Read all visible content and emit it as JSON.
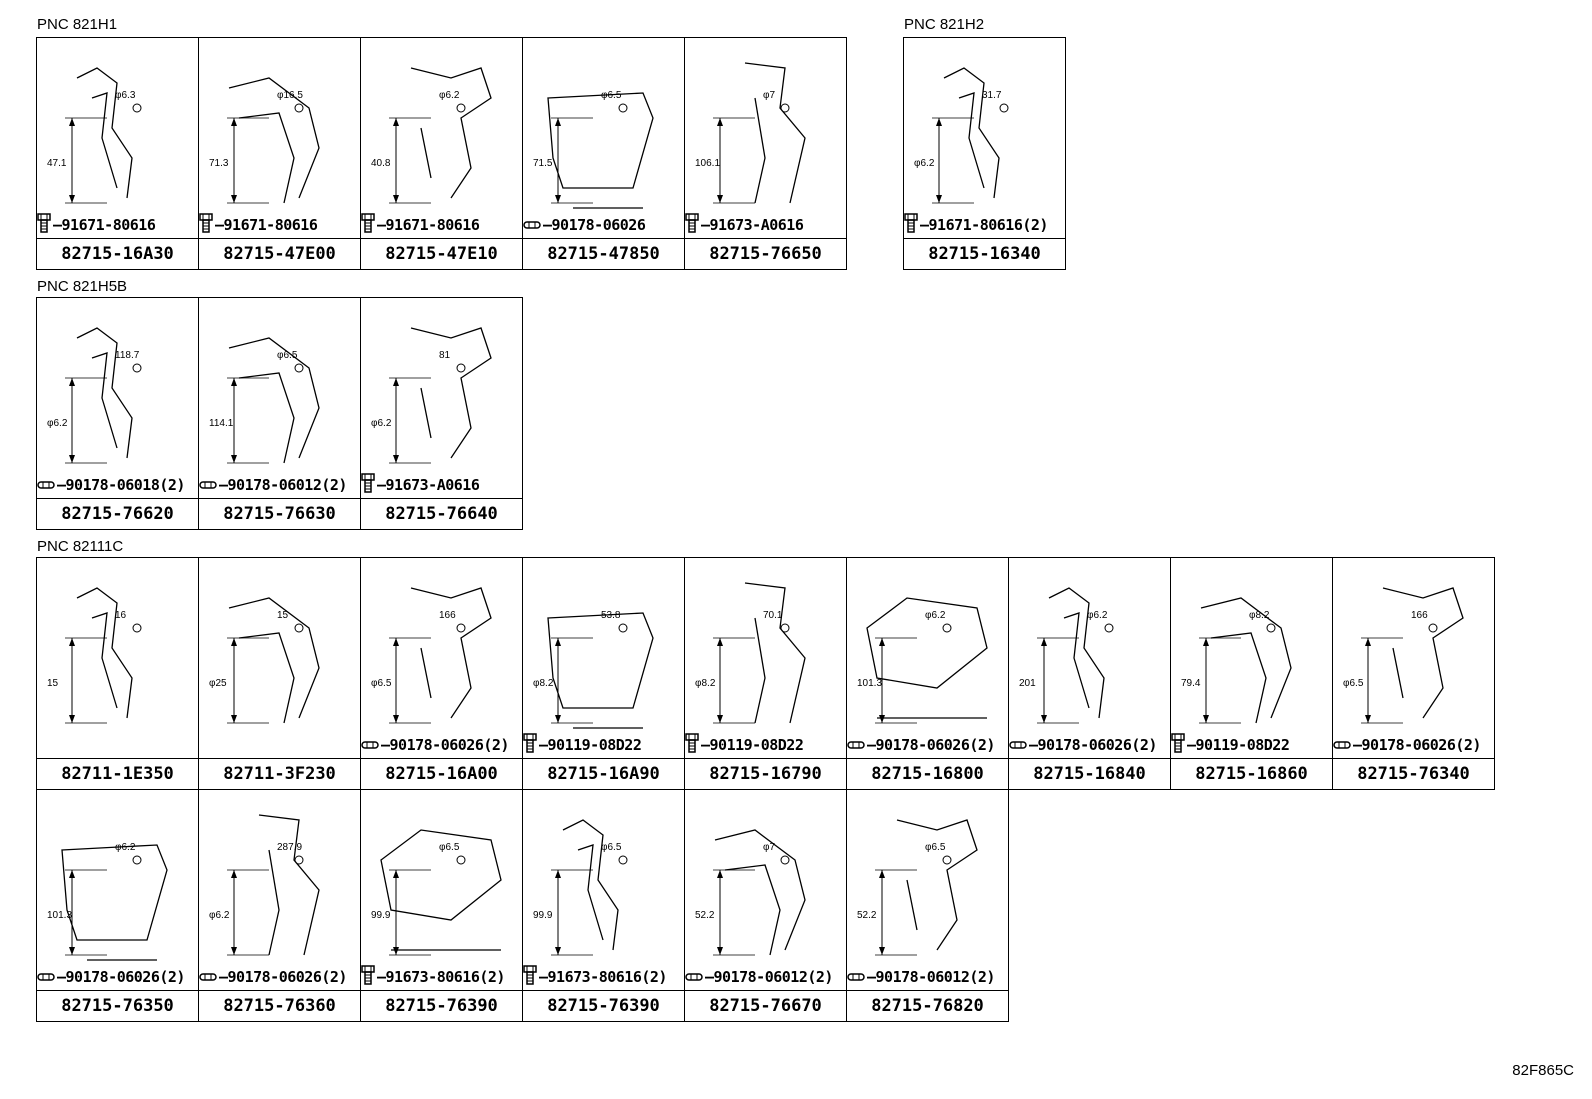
{
  "sections": {
    "s1": "PNC 821H1",
    "s2": "PNC 821H2",
    "s3": "PNC 821H5B",
    "s4": "PNC 82111C"
  },
  "reference": "82F865C",
  "group1": [
    {
      "part": "82715-16A30",
      "fastener": "91671-80616",
      "icon": "bolt-icon",
      "dims": [
        "φ6.3",
        "47.1"
      ]
    },
    {
      "part": "82715-47E00",
      "fastener": "91671-80616",
      "icon": "bolt-icon",
      "dims": [
        "φ16.5",
        "71.3"
      ]
    },
    {
      "part": "82715-47E10",
      "fastener": "91671-80616",
      "icon": "bolt-icon",
      "dims": [
        "φ6.2",
        "40.8"
      ]
    },
    {
      "part": "82715-47850",
      "fastener": "90178-06026",
      "icon": "nut-icon",
      "dims": [
        "φ6.5",
        "71.5"
      ]
    },
    {
      "part": "82715-76650",
      "fastener": "91673-A0616",
      "icon": "bolt-icon",
      "dims": [
        "φ7",
        "106.1"
      ]
    }
  ],
  "group2": [
    {
      "part": "82715-16340",
      "fastener": "91671-80616(2)",
      "icon": "bolt-icon",
      "dims": [
        "31.7",
        "φ6.2"
      ]
    }
  ],
  "group3": [
    {
      "part": "82715-76620",
      "fastener": "90178-06018(2)",
      "icon": "nut-icon",
      "dims": [
        "118.7",
        "φ6.2"
      ]
    },
    {
      "part": "82715-76630",
      "fastener": "90178-06012(2)",
      "icon": "nut-icon",
      "dims": [
        "φ6.5",
        "114.1"
      ]
    },
    {
      "part": "82715-76640",
      "fastener": "91673-A0616",
      "icon": "bolt-icon",
      "dims": [
        "81",
        "φ6.2"
      ]
    }
  ],
  "group4": [
    {
      "part": "82711-1E350",
      "fastener": "",
      "icon": "",
      "dims": [
        "16",
        "15"
      ]
    },
    {
      "part": "82711-3F230",
      "fastener": "",
      "icon": "",
      "dims": [
        "15",
        "φ25"
      ]
    },
    {
      "part": "82715-16A00",
      "fastener": "90178-06026(2)",
      "icon": "nut-icon",
      "dims": [
        "166",
        "φ6.5"
      ]
    },
    {
      "part": "82715-16A90",
      "fastener": "90119-08D22",
      "icon": "bolt-icon",
      "dims": [
        "53.8",
        "φ8.2"
      ]
    },
    {
      "part": "82715-16790",
      "fastener": "90119-08D22",
      "icon": "bolt-icon",
      "dims": [
        "70.1",
        "φ8.2"
      ]
    },
    {
      "part": "82715-16800",
      "fastener": "90178-06026(2)",
      "icon": "nut-icon",
      "dims": [
        "φ6.2",
        "101.3"
      ]
    },
    {
      "part": "82715-16840",
      "fastener": "90178-06026(2)",
      "icon": "nut-icon",
      "dims": [
        "φ6.2",
        "201"
      ]
    },
    {
      "part": "82715-16860",
      "fastener": "90119-08D22",
      "icon": "bolt-icon",
      "dims": [
        "φ8.2",
        "79.4"
      ]
    },
    {
      "part": "82715-76340",
      "fastener": "90178-06026(2)",
      "icon": "nut-icon",
      "dims": [
        "166",
        "φ6.5"
      ]
    },
    {
      "part": "82715-76350",
      "fastener": "90178-06026(2)",
      "icon": "nut-icon",
      "dims": [
        "φ6.2",
        "101.3"
      ]
    },
    {
      "part": "82715-76360",
      "fastener": "90178-06026(2)",
      "icon": "nut-icon",
      "dims": [
        "287.9",
        "φ6.2"
      ]
    },
    {
      "part": "82715-76390",
      "fastener": "91673-80616(2)",
      "icon": "bolt-icon",
      "dims": [
        "φ6.5",
        "99.9"
      ]
    },
    {
      "part": "82715-76390",
      "fastener": "91673-80616(2)",
      "icon": "bolt-icon",
      "dims": [
        "φ6.5",
        "99.9"
      ]
    },
    {
      "part": "82715-76670",
      "fastener": "90178-06012(2)",
      "icon": "nut-icon",
      "dims": [
        "φ7",
        "52.2"
      ]
    },
    {
      "part": "82715-76820",
      "fastener": "90178-06012(2)",
      "icon": "nut-icon",
      "dims": [
        "φ6.5",
        "52.2"
      ]
    }
  ]
}
